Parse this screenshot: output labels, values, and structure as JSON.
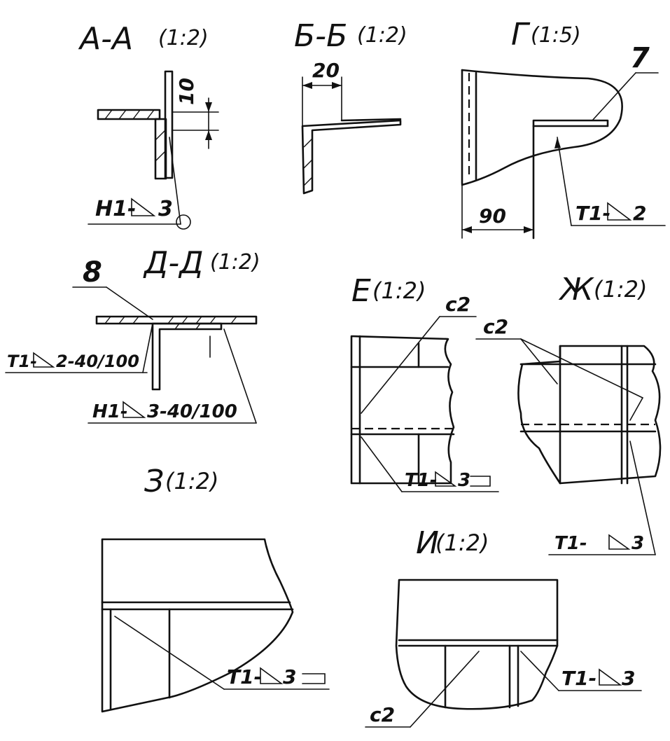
{
  "views": {
    "aa": {
      "title": "А-А",
      "scale": "(1:2)",
      "dim": "10",
      "weld": "Н1-",
      "weld_leg": "3"
    },
    "bb": {
      "title": "Б-Б",
      "scale": "(1:2)",
      "dim": "20"
    },
    "g": {
      "title": "Г",
      "scale": "(1:5)",
      "callout": "7",
      "dim": "90",
      "weld": "Т1-",
      "weld_leg": "2"
    },
    "dd": {
      "title": "Д-Д",
      "scale": "(1:2)",
      "callout": "8",
      "weld_top": "Т1-",
      "weld_top_leg": "2-40/100",
      "weld_bottom": "Н1-",
      "weld_bottom_leg": "3-40/100"
    },
    "e": {
      "title": "Е",
      "scale": "(1:2)",
      "note": "с2",
      "weld": "Т1-",
      "weld_leg": "3"
    },
    "zh": {
      "title": "Ж",
      "scale": "(1:2)",
      "note": "с2",
      "weld": "Т1-",
      "weld_leg": "3"
    },
    "z": {
      "title": "З",
      "scale": "(1:2)",
      "weld": "Т1-",
      "weld_leg": "3"
    },
    "i": {
      "title": "И",
      "scale": "(1:2)",
      "note": "с2",
      "weld": "Т1-",
      "weld_leg": "3"
    }
  }
}
